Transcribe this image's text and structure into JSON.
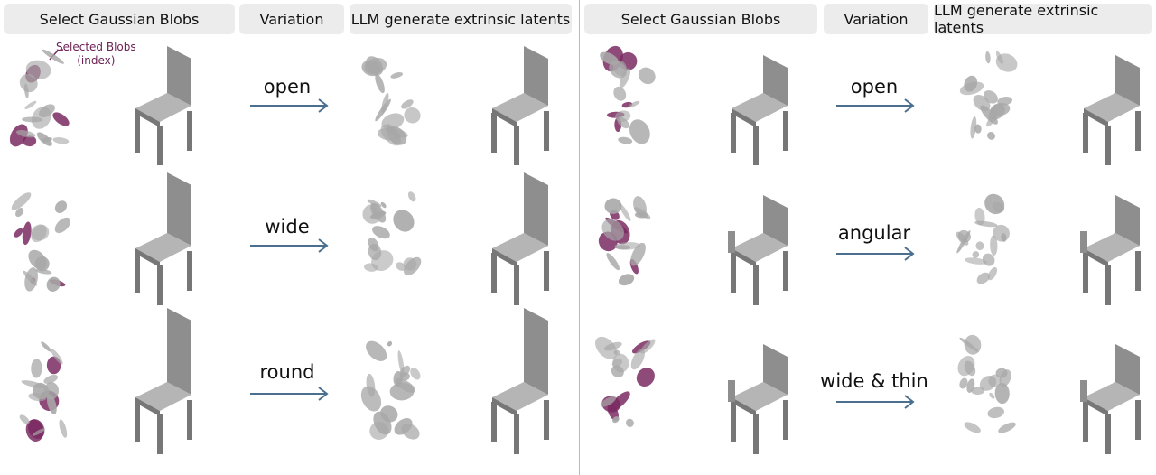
{
  "left_panel": {
    "headers": [
      "Select Gaussian Blobs",
      "Variation",
      "LLM generate extrinsic latents"
    ],
    "callout": {
      "line1": "Selected Blobs",
      "line2": "(index)"
    },
    "variations": [
      "open",
      "wide",
      "round"
    ]
  },
  "right_panel": {
    "headers": [
      "Select Gaussian Blobs",
      "Variation",
      "LLM generate extrinsic latents"
    ],
    "variations": [
      "open",
      "angular",
      "wide & thin"
    ]
  },
  "colors": {
    "header_bg": "#ececec",
    "arrow": "#4a6f8f",
    "selected_blob": "#7a2a62",
    "blob": "#a8a8a8",
    "chair": "#9a9a9a"
  }
}
